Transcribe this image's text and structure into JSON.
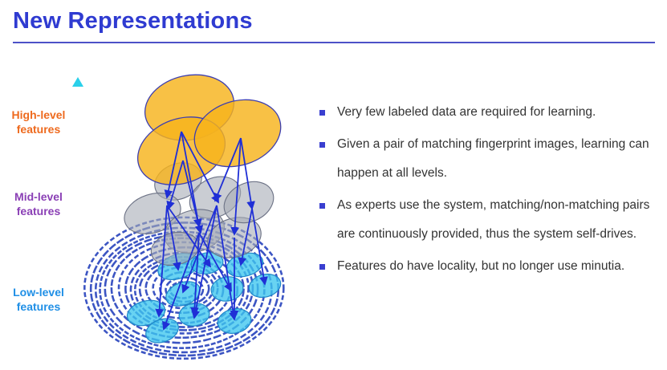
{
  "slide": {
    "title": "New Representations"
  },
  "diagram": {
    "levels": [
      {
        "id": "high",
        "label_line1": "High-level",
        "label_line2": "features",
        "color": "#ee6a1e"
      },
      {
        "id": "mid",
        "label_line1": "Mid-level",
        "label_line2": "features",
        "color": "#8a3fb5"
      },
      {
        "id": "low",
        "label_line1": "Low-level",
        "label_line2": "features",
        "color": "#1f8fe6"
      }
    ],
    "colors": {
      "high_fill": "#f6b31c",
      "mid_fill": "#a7abb6",
      "low_fill": "#3dc6ee",
      "connector": "#1f2fd6",
      "fingerprint": "#1a37b8"
    },
    "icons": [
      "fingerprint-image",
      "level-arrow-icon"
    ]
  },
  "bullets": [
    {
      "text": "Very few labeled data are required for learning."
    },
    {
      "text": "Given a pair of matching fingerprint images, learning can happen at all levels."
    },
    {
      "text": "As experts use the system, matching/non-matching pairs are continuously provided, thus the system self-drives."
    },
    {
      "text": "Features do have locality, but no longer use minutia."
    }
  ]
}
